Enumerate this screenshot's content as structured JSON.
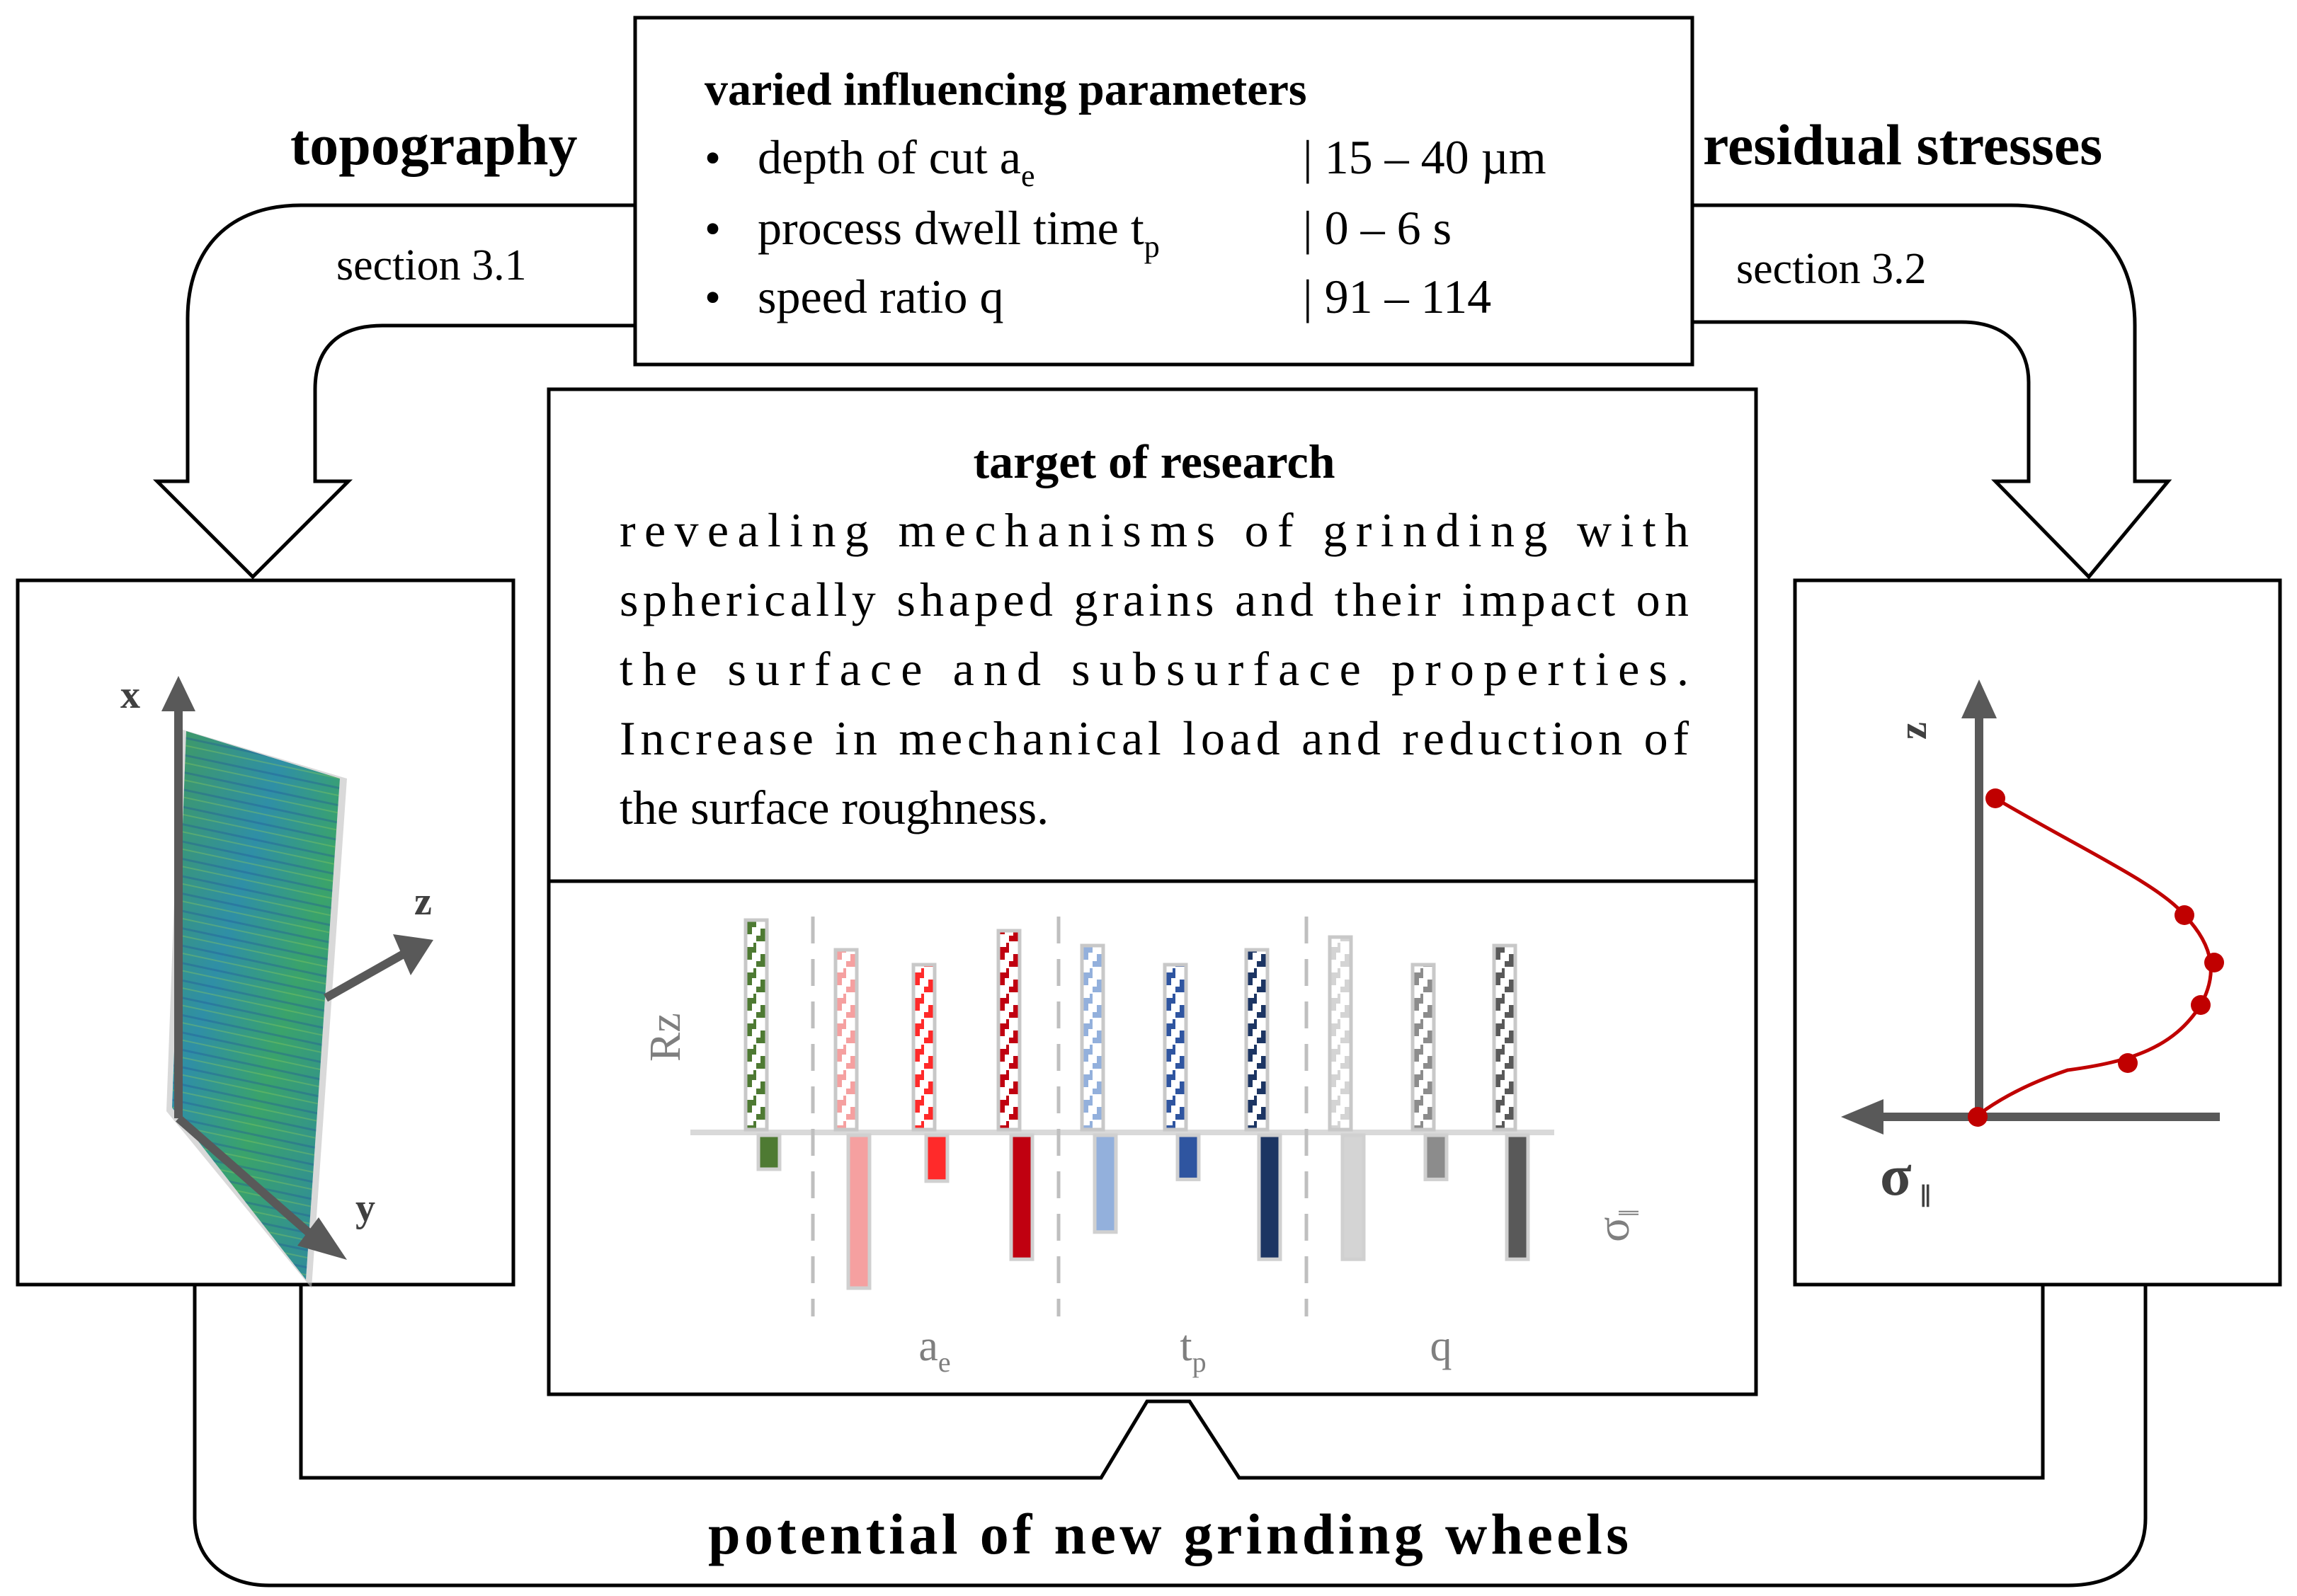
{
  "labels": {
    "left_title": "topography",
    "right_title": "residual stresses",
    "left_section": "section 3.1",
    "right_section": "section 3.2",
    "bottom_title": "potential of new grinding wheels"
  },
  "params": {
    "title": "varied influencing parameters",
    "bullet": "•",
    "rows": [
      {
        "name": "depth of cut a",
        "sub": "e",
        "value": "| 15 – 40 µm"
      },
      {
        "name": "process dwell time t",
        "sub": "p",
        "value": "| 0 – 6 s"
      },
      {
        "name": "speed ratio q",
        "sub": "",
        "value": "| 91 – 114"
      }
    ]
  },
  "target": {
    "title": "target of research",
    "lines": [
      "revealing mechanisms of grinding with",
      "spherically shaped grains and their impact on",
      "the surface and subsurface properties.",
      "Increase in mechanical load and reduction of",
      "the surface roughness."
    ]
  },
  "topography_axes": {
    "x": "x",
    "y": "y",
    "z": "z"
  },
  "stress_axes": {
    "z": "z",
    "sigma": "σ",
    "sigma_sub": "‖"
  },
  "colors": {
    "green": "#4e7a33",
    "red_light": "#f5a0a0",
    "red": "#ff2a2a",
    "red_dark": "#c00010",
    "blue_light": "#93b0dc",
    "blue": "#2f55a0",
    "blue_dark": "#1c3563",
    "grey_light": "#d4d4d4",
    "grey": "#8c8c8c",
    "grey_dark": "#595959",
    "stress_curve": "#c00000"
  },
  "chart_data": {
    "type": "bar",
    "groups": [
      {
        "name": "a",
        "sub": "e"
      },
      {
        "name": "t",
        "sub": "p"
      },
      {
        "name": "q",
        "sub": ""
      }
    ],
    "y_top_label": "Rz",
    "y_bottom_label": "σ",
    "y_bottom_sub": "‖",
    "series": [
      {
        "group": 0,
        "color": "green",
        "rz": 1.0,
        "sigma": 0.2
      },
      {
        "group": 0,
        "color": "red_light",
        "rz": 0.86,
        "sigma": 0.9
      },
      {
        "group": 0,
        "color": "red",
        "rz": 0.79,
        "sigma": 0.27
      },
      {
        "group": 0,
        "color": "red_dark",
        "rz": 0.95,
        "sigma": 0.73
      },
      {
        "group": 1,
        "color": "blue_light",
        "rz": 0.88,
        "sigma": 0.57
      },
      {
        "group": 1,
        "color": "blue",
        "rz": 0.79,
        "sigma": 0.26
      },
      {
        "group": 1,
        "color": "blue_dark",
        "rz": 0.86,
        "sigma": 0.73
      },
      {
        "group": 2,
        "color": "grey_light",
        "rz": 0.92,
        "sigma": 0.73
      },
      {
        "group": 2,
        "color": "grey",
        "rz": 0.79,
        "sigma": 0.26
      },
      {
        "group": 2,
        "color": "grey_dark",
        "rz": 0.88,
        "sigma": 0.73
      }
    ]
  }
}
